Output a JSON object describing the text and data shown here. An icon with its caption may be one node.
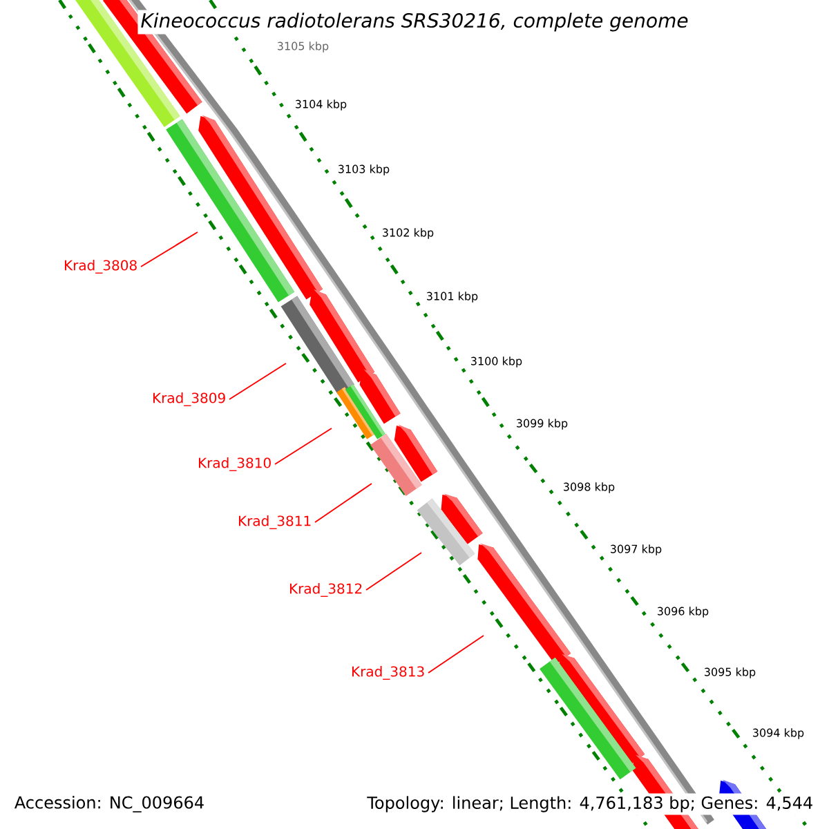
{
  "diagram": {
    "title": "Kineococcus radiotolerans SRS30216, complete genome",
    "nodes": [
      {
        "text": [
          "Krad_3808"
        ]
      },
      {
        "text": [
          "Krad_3809"
        ]
      },
      {
        "text": [
          "Krad_3810"
        ]
      },
      {
        "text": [
          "Krad_3811"
        ]
      },
      {
        "text": [
          "Krad_3812"
        ]
      },
      {
        "text": [
          "Krad_3813"
        ]
      }
    ],
    "edges": [
      {
        "from": 0,
        "to": null,
        "arrow": "none"
      },
      {
        "from": 1,
        "to": null,
        "arrow": "none"
      },
      {
        "from": 2,
        "to": null,
        "arrow": "none"
      },
      {
        "from": 3,
        "to": null,
        "arrow": "none"
      },
      {
        "from": 4,
        "to": null,
        "arrow": "none"
      },
      {
        "from": 5,
        "to": null,
        "arrow": "none"
      }
    ],
    "labels": [
      "3105 kbp",
      "3104 kbp",
      "3103 kbp",
      "3102 kbp",
      "3101 kbp",
      "3100 kbp",
      "3099 kbp",
      "3098 kbp",
      "3097 kbp",
      "3096 kbp",
      "3095 kbp",
      "3094 kbp",
      "Accession: NC_009664",
      "Topology: linear; Length: 4,761,183 bp; Genes: 4,544"
    ]
  }
}
